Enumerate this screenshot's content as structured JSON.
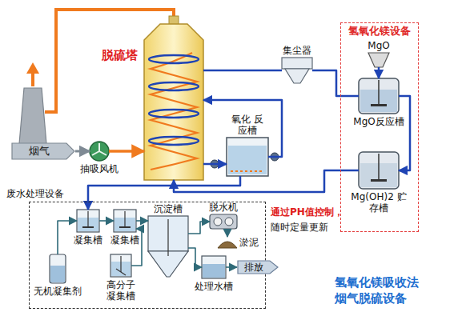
{
  "diagram": {
    "caption": "氢氧化镁吸收法 烟气脱硫设备",
    "nodes": [
      {
        "text": [
          "氢氧化镁设备"
        ]
      },
      {
        "text": [
          "MgO"
        ],
        "in": 0
      },
      {
        "text": [
          "MgO反应槽"
        ],
        "in": 0
      },
      {
        "text": [
          "Mg(OH)2 贮存槽"
        ],
        "in": 0
      },
      {
        "text": [
          "脱硫塔"
        ]
      },
      {
        "text": [
          "烟气"
        ]
      },
      {
        "text": [
          "抽吸风机"
        ]
      },
      {
        "text": [
          "氧化 反应槽"
        ]
      },
      {
        "text": [
          "集尘器"
        ]
      },
      {
        "text": [
          "废水处理设备"
        ]
      },
      {
        "text": [
          "凝集槽"
        ],
        "in": 9
      },
      {
        "text": [
          "凝集槽"
        ],
        "in": 9
      },
      {
        "text": [
          "沉淀槽"
        ],
        "in": 9
      },
      {
        "text": [
          "脱水机"
        ],
        "in": 9
      },
      {
        "text": [
          "淤泥"
        ],
        "in": 9
      },
      {
        "text": [
          "无机凝集剂"
        ],
        "in": 9
      },
      {
        "text": [
          "高分子 凝集槽"
        ],
        "in": 9
      },
      {
        "text": [
          "处理水槽"
        ],
        "in": 9
      },
      {
        "text": [
          "排放"
        ]
      }
    ],
    "edges": [
      {
        "from": 5,
        "to": 6,
        "arrow": "to"
      },
      {
        "from": 6,
        "to": 4,
        "arrow": "to"
      },
      {
        "from": 4,
        "to": 8,
        "arrow": "none"
      },
      {
        "from": 8,
        "to": 2,
        "arrow": "none"
      },
      {
        "from": 1,
        "to": 2,
        "arrow": "to"
      },
      {
        "from": 2,
        "to": 3,
        "arrow": "to"
      },
      {
        "from": 3,
        "to": 4,
        "arrow": "to"
      },
      {
        "from": 4,
        "to": 7,
        "arrow": "to"
      },
      {
        "from": 7,
        "to": 4,
        "arrow": "to"
      },
      {
        "from": 7,
        "to": 10,
        "arrow": "to"
      },
      {
        "from": 15,
        "to": 10,
        "arrow": "to"
      },
      {
        "from": 10,
        "to": 11,
        "arrow": "to"
      },
      {
        "from": 16,
        "to": 11,
        "arrow": "to"
      },
      {
        "from": 11,
        "to": 12,
        "arrow": "to"
      },
      {
        "from": 12,
        "to": 13,
        "arrow": "to"
      },
      {
        "from": 13,
        "to": 14,
        "arrow": "to"
      },
      {
        "from": 12,
        "to": 17,
        "arrow": "to"
      },
      {
        "from": 17,
        "to": 18,
        "arrow": "to"
      }
    ],
    "labels": [
      "通过PH值控制，",
      "随时定量更新"
    ]
  }
}
